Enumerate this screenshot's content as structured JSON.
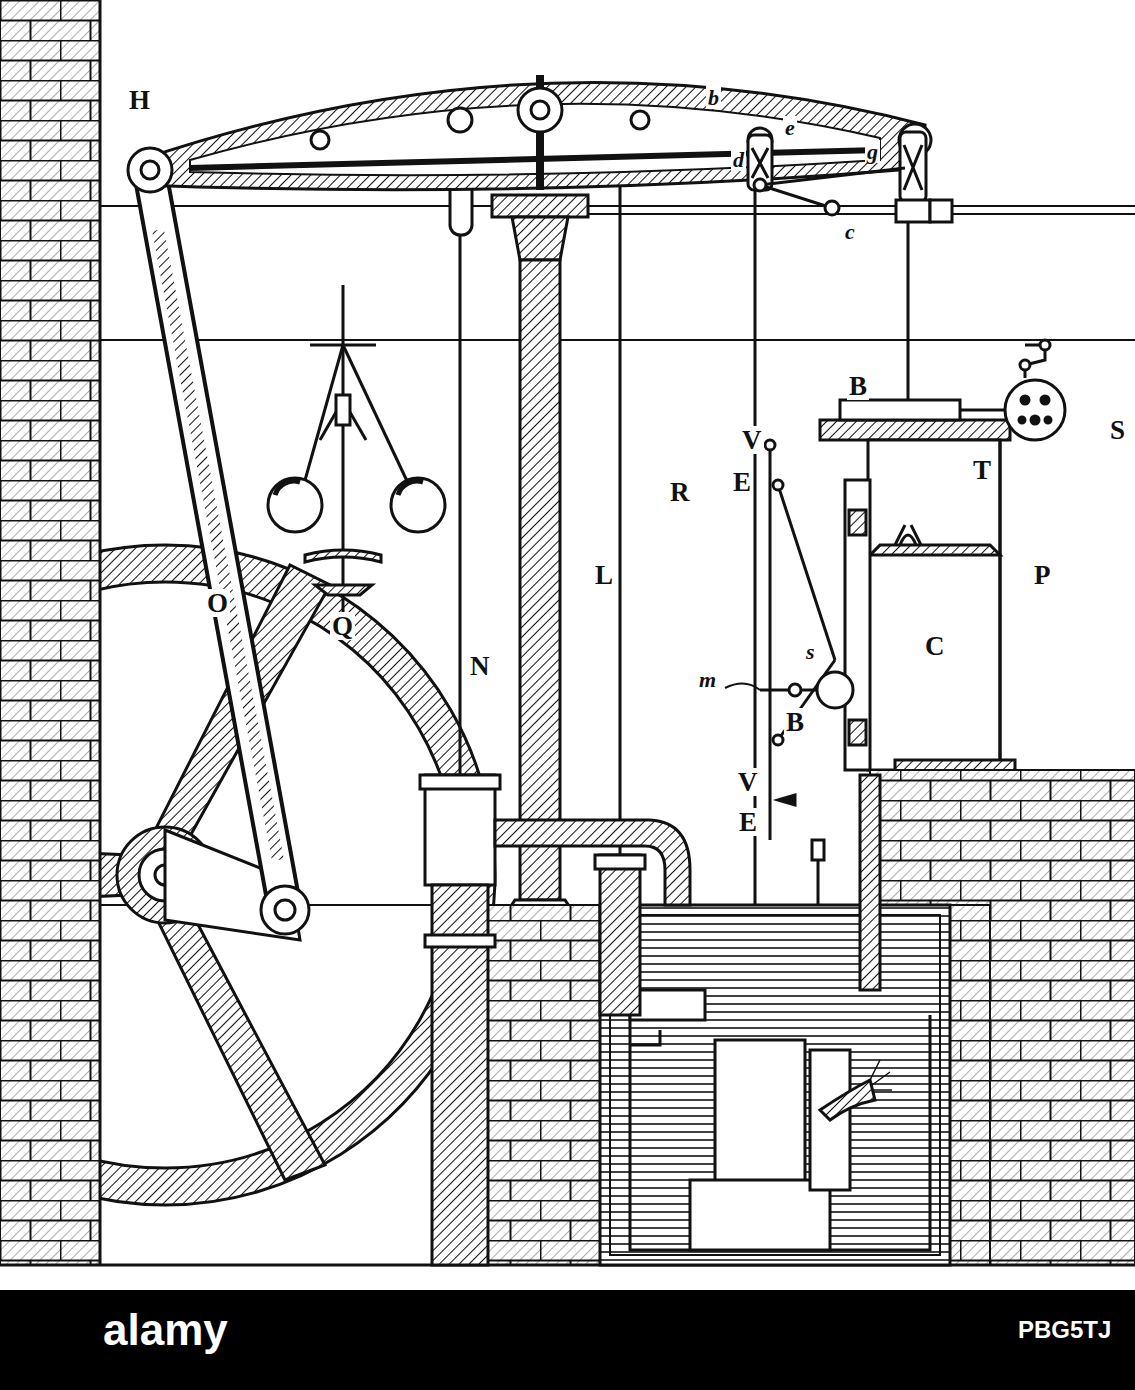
{
  "diagram": {
    "labels": [
      "H",
      "b",
      "e",
      "d",
      "g",
      "c",
      "S",
      "B",
      "T",
      "V",
      "E",
      "O",
      "Q",
      "R",
      "P",
      "C",
      "m",
      "s",
      "N",
      "L",
      "B",
      "V",
      "E",
      "alamy",
      "PBG5TJ"
    ]
  }
}
